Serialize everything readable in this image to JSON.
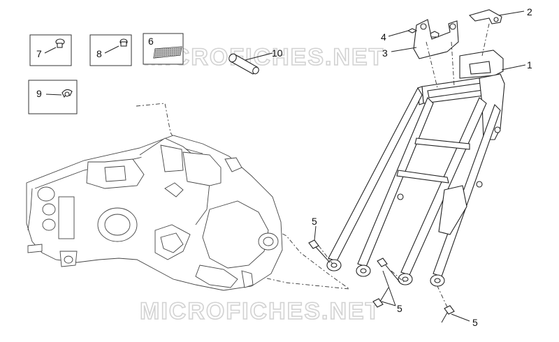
{
  "watermark": [
    "MICROFICHES.NET",
    "MICROFICHES.NET"
  ],
  "callouts": {
    "c1": "1",
    "c2": "2",
    "c3": "3",
    "c4": "4",
    "c5a": "5",
    "c5b": "5",
    "c5c": "5",
    "c6": "6",
    "c7": "7",
    "c8": "8",
    "c9": "9",
    "c10": "10"
  }
}
